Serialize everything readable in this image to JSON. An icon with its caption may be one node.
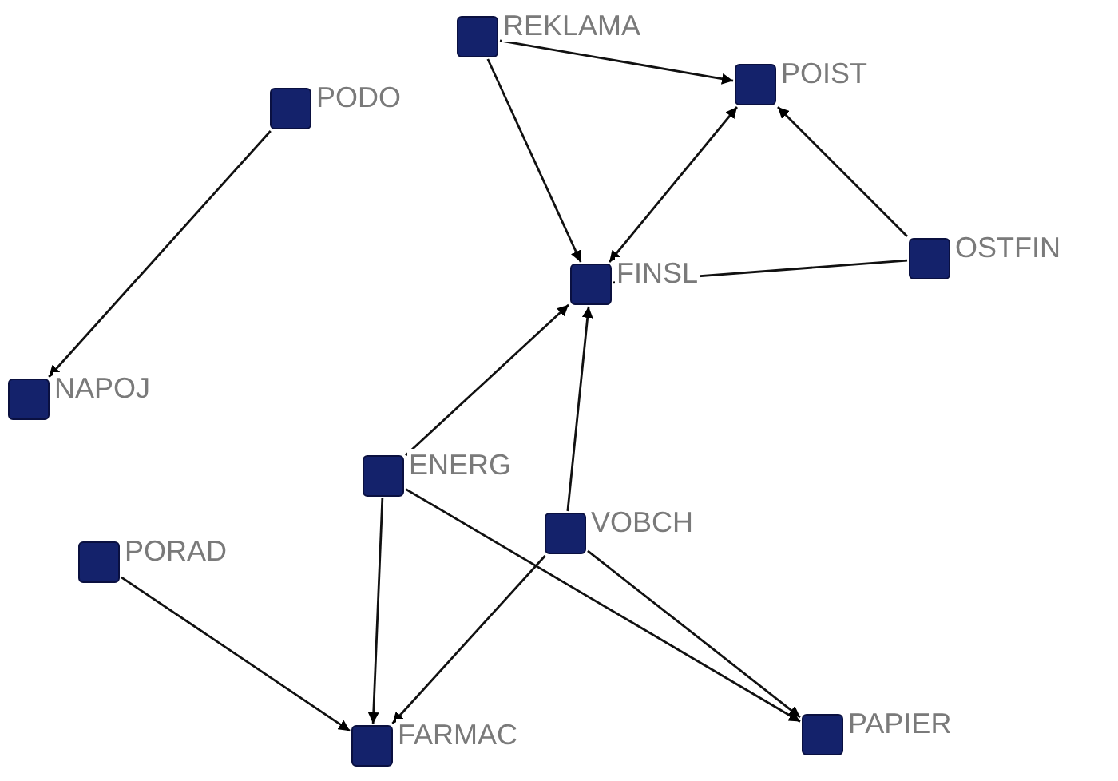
{
  "diagram": {
    "nodes": [
      {
        "text": [],
        "shape": "box",
        "beside": [
          "REKLAMA"
        ]
      },
      {
        "text": [],
        "shape": "box",
        "beside": [
          "POIST"
        ]
      },
      {
        "text": [],
        "shape": "box",
        "beside": [
          "PODO"
        ]
      },
      {
        "text": [],
        "shape": "box",
        "beside": [
          "FINSL"
        ]
      },
      {
        "text": [],
        "shape": "box",
        "beside": [
          "OSTFIN"
        ]
      },
      {
        "text": [],
        "shape": "box",
        "beside": [
          "NAPOJ"
        ]
      },
      {
        "text": [],
        "shape": "box",
        "beside": [
          "ENERG"
        ]
      },
      {
        "text": [],
        "shape": "box",
        "beside": [
          "VOBCH"
        ]
      },
      {
        "text": [],
        "shape": "box",
        "beside": [
          "PORAD"
        ]
      },
      {
        "text": [],
        "shape": "box",
        "beside": [
          "FARMAC"
        ]
      },
      {
        "text": [],
        "shape": "box",
        "beside": [
          "PAPIER"
        ]
      }
    ],
    "edges": [
      {
        "from": 0,
        "to": 1,
        "arrow": "to"
      },
      {
        "from": 0,
        "to": 3,
        "arrow": "to"
      },
      {
        "from": 3,
        "to": 1,
        "arrow": "both"
      },
      {
        "from": 4,
        "to": 1,
        "arrow": "to"
      },
      {
        "from": 4,
        "to": 3,
        "arrow": "to"
      },
      {
        "from": 2,
        "to": 5,
        "arrow": "to"
      },
      {
        "from": 6,
        "to": 3,
        "arrow": "to"
      },
      {
        "from": 7,
        "to": 3,
        "arrow": "to"
      },
      {
        "from": 6,
        "to": 9,
        "arrow": "to"
      },
      {
        "from": 6,
        "to": 10,
        "arrow": "to"
      },
      {
        "from": 7,
        "to": 10,
        "arrow": "to"
      },
      {
        "from": 7,
        "to": 9,
        "arrow": "to"
      },
      {
        "from": 8,
        "to": 9,
        "arrow": "to"
      }
    ]
  }
}
